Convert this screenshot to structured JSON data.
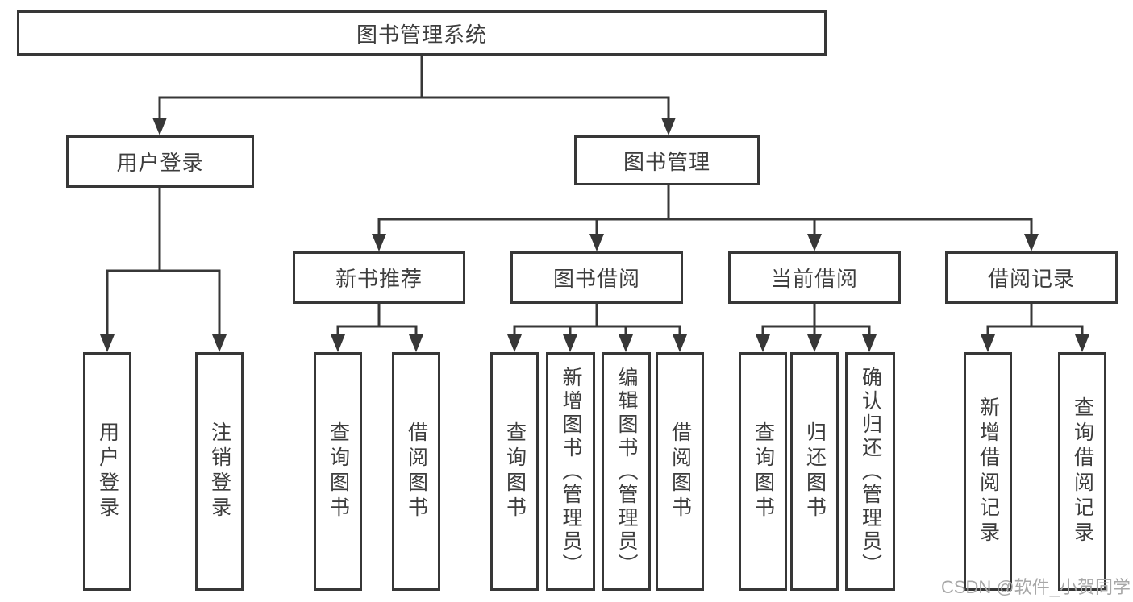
{
  "diagram": {
    "type": "hierarchy-tree",
    "root": {
      "label": "图书管理系统",
      "children": [
        {
          "label": "用户登录",
          "children": [
            {
              "label": "用户登录"
            },
            {
              "label": "注销登录"
            }
          ]
        },
        {
          "label": "图书管理",
          "children": [
            {
              "label": "新书推荐",
              "children": [
                {
                  "label": "查询图书"
                },
                {
                  "label": "借阅图书"
                }
              ]
            },
            {
              "label": "图书借阅",
              "children": [
                {
                  "label": "查询图书"
                },
                {
                  "label": "新增图书（管理员）"
                },
                {
                  "label": "编辑图书（管理员）"
                },
                {
                  "label": "借阅图书"
                }
              ]
            },
            {
              "label": "当前借阅",
              "children": [
                {
                  "label": "查询图书"
                },
                {
                  "label": "归还图书"
                },
                {
                  "label": "确认归还（管理员）"
                }
              ]
            },
            {
              "label": "借阅记录",
              "children": [
                {
                  "label": "新增借阅记录"
                },
                {
                  "label": "查询借阅记录"
                }
              ]
            }
          ]
        }
      ]
    },
    "colors": {
      "line": "#373737",
      "box_border": "#373737",
      "text": "#3d3d3d",
      "background": "#ffffff",
      "watermark_text_color": "#a8a8a8"
    }
  },
  "watermark": {
    "text": "CSDN @软件_小贺同学"
  }
}
